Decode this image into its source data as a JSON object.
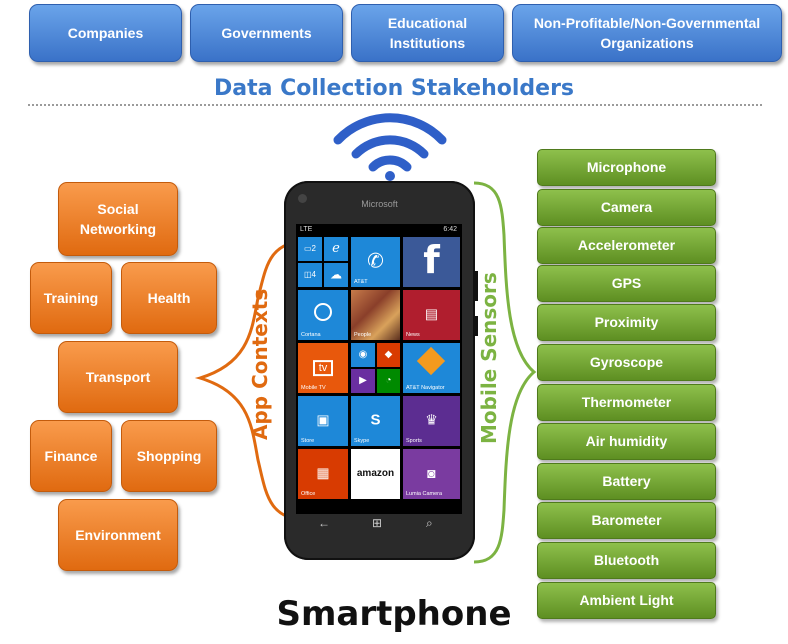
{
  "stakeholders": {
    "items": [
      {
        "label": "Companies"
      },
      {
        "label": "Governments"
      },
      {
        "label": "Educational\nInstitutions"
      },
      {
        "label": "Non-Profitable/Non-Governmental\nOrganizations"
      }
    ],
    "title": "Data Collection Stakeholders"
  },
  "contexts": {
    "label": "App Contexts",
    "items": [
      {
        "label": "Social\nNetworking"
      },
      {
        "label": "Training"
      },
      {
        "label": "Health"
      },
      {
        "label": "Transport"
      },
      {
        "label": "Finance"
      },
      {
        "label": "Shopping"
      },
      {
        "label": "Environment"
      }
    ]
  },
  "sensors": {
    "label": "Mobile  Sensors",
    "items": [
      {
        "label": "Microphone"
      },
      {
        "label": "Camera"
      },
      {
        "label": "Accelerometer"
      },
      {
        "label": "GPS"
      },
      {
        "label": "Proximity"
      },
      {
        "label": "Gyroscope"
      },
      {
        "label": "Thermometer"
      },
      {
        "label": "Air humidity"
      },
      {
        "label": "Battery"
      },
      {
        "label": "Barometer"
      },
      {
        "label": "Bluetooth"
      },
      {
        "label": "Ambient Light"
      }
    ]
  },
  "phone": {
    "brand": "Microsoft",
    "status_left": "LTE",
    "status_right": "6:42",
    "tiles": {
      "mobile_tv": "Mobile TV",
      "people": "People",
      "news": "News",
      "cortana": "Cortana",
      "att": "AT&T",
      "att_navigator": "AT&T Navigator",
      "store": "Store",
      "skype": "Skype",
      "sports": "Sports",
      "office": "Office",
      "amazon": "amazon",
      "lumia_camera": "Lumia Camera",
      "tv_glyph": "tv",
      "num_2": "2",
      "num_4": "4"
    }
  },
  "caption": "Smartphone",
  "colors": {
    "stakeholder_blue": "#3a72c8",
    "context_orange": "#e06a10",
    "sensor_green": "#5e8f22",
    "wifi_blue": "#2f5fc8"
  }
}
